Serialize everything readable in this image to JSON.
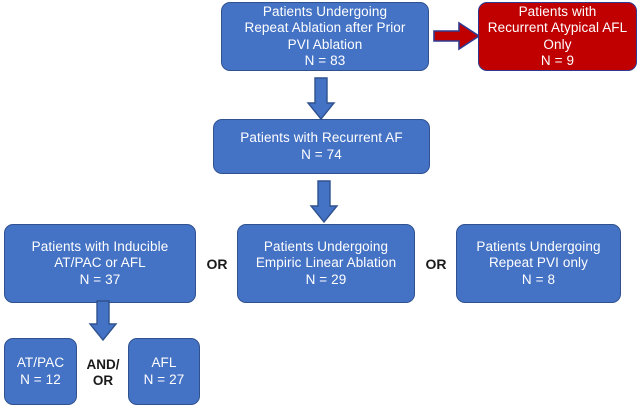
{
  "diagram": {
    "title": "Repeat ablation patient flow diagram",
    "colors": {
      "box_blue": "#4472C4",
      "box_blue_border": "#2F528F",
      "box_red": "#C00000",
      "box_red_border": "#2F3A8F",
      "arrow_blue": "#4472C4",
      "arrow_blue_border": "#2F528F",
      "arrow_red": "#C00000",
      "arrow_red_border": "#2F3A8F",
      "background": "#FFFFFF",
      "label_text": "#1A1A1A",
      "box_text": "#FFFFFF"
    },
    "nodes": {
      "root": {
        "text": "Patients Undergoing\nRepeat Ablation after Prior\nPVI Ablation\nN = 83",
        "count": 83
      },
      "atypical_afl": {
        "text": "Patients with\nRecurrent Atypical AFL\nOnly\nN = 9",
        "count": 9
      },
      "recurrent_af": {
        "text": "Patients with Recurrent AF\nN = 74",
        "count": 74
      },
      "inducible": {
        "text": "Patients with Inducible\nAT/PAC or AFL\nN = 37",
        "count": 37
      },
      "empiric_linear": {
        "text": "Patients Undergoing\nEmpiric Linear Ablation\nN = 29",
        "count": 29
      },
      "repeat_pvi": {
        "text": "Patients Undergoing\nRepeat PVI only\nN = 8",
        "count": 8
      },
      "at_pac": {
        "text": "AT/PAC\nN = 12",
        "count": 12
      },
      "afl": {
        "text": "AFL\nN = 27",
        "count": 27
      }
    },
    "connector_labels": {
      "or_left": "OR",
      "or_right": "OR",
      "and_or": "AND/\nOR"
    },
    "arrows": {
      "root_to_atypical": "arrow-right-red",
      "root_to_recurrent_af": "arrow-down-blue",
      "recurrent_af_to_empiric": "arrow-down-blue",
      "inducible_to_subtypes": "arrow-down-blue"
    }
  }
}
